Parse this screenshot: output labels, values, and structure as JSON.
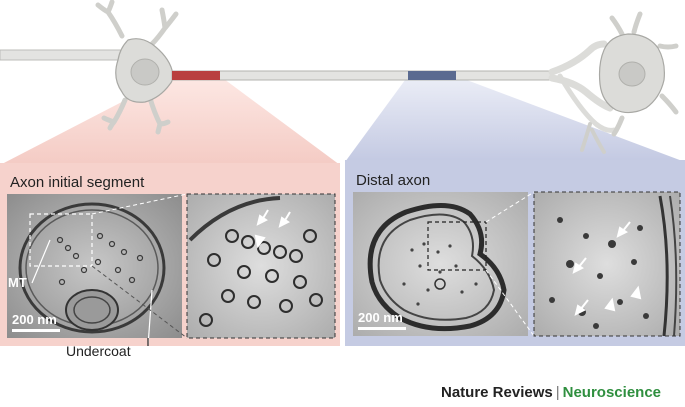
{
  "panels": {
    "left": {
      "title": "Axon initial segment",
      "scale_bar": "200 nm",
      "label_mt": "MT",
      "label_undercoat": "Undercoat"
    },
    "right": {
      "title": "Distal axon",
      "scale_bar": "200 nm"
    }
  },
  "footer": {
    "journal": "Nature Reviews",
    "separator": "|",
    "subject": "Neuroscience"
  },
  "colors": {
    "ais_highlight": "#b9403f",
    "distal_highlight": "#5a6a90",
    "ais_panel": "#f6d2cc",
    "distal_panel": "#c5cbe3"
  }
}
